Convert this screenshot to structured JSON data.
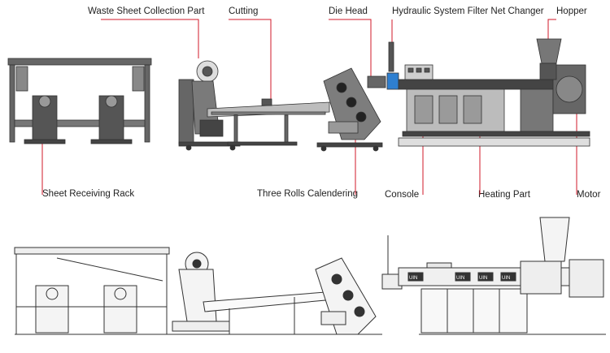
{
  "labels": {
    "waste_sheet": "Waste Sheet Collection Part",
    "cutting": "Cutting",
    "die_head": "Die Head",
    "hydraulic": "Hydraulic System Filter Net Changer",
    "hopper": "Hopper",
    "sheet_rack": "Sheet Receiving Rack",
    "calendering": "Three Rolls Calendering",
    "console": "Console",
    "heating": "Heating Part",
    "motor": "Motor"
  },
  "panel_brand": "UIN",
  "colors": {
    "leader": "#d11a2a",
    "machine_dark": "#555555",
    "machine_mid": "#8a8a8a",
    "machine_light": "#cfcfcf",
    "accent_blue": "#2e7fd0",
    "outline": "#333333"
  }
}
